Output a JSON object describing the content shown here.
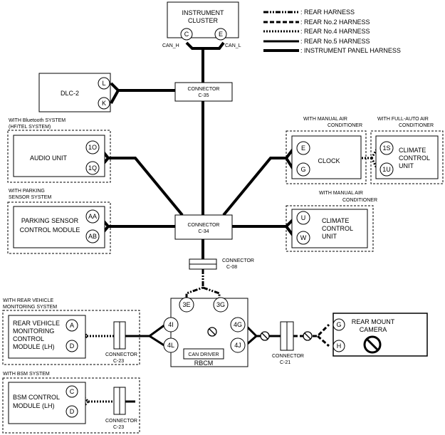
{
  "legend": [
    {
      "key": "rear",
      "label": ": REAR HARNESS"
    },
    {
      "key": "r2",
      "label": ": REAR No.2 HARNESS"
    },
    {
      "key": "r4",
      "label": ": REAR No.4 HARNESS"
    },
    {
      "key": "r5",
      "label": ": REAR No.5 HARNESS"
    },
    {
      "key": "ip",
      "label": ": INSTRUMENT PANEL HARNESS"
    }
  ],
  "cluster": {
    "line1": "INSTRUMENT",
    "line2": "CLUSTER",
    "pin_c": "C",
    "pin_e": "E",
    "can_h": "CAN_H",
    "can_l": "CAN_L"
  },
  "dlc": {
    "label": "DLC-2",
    "pin_l": "L",
    "pin_k": "K"
  },
  "c35": {
    "line1": "CONNECTOR",
    "line2": "C-35"
  },
  "c34": {
    "line1": "CONNECTOR",
    "line2": "C-34"
  },
  "c08": {
    "line1": "CONNECTOR",
    "line2": "C-08"
  },
  "bt": {
    "note1": "WITH Bluetooth SYSTEM",
    "note2": "(HF/TEL SYSTEM)",
    "label": "AUDIO UNIT",
    "pin1": "1O",
    "pin2": "1Q"
  },
  "park": {
    "note1": "WITH PARKING",
    "note2": "SENSOR SYSTEM",
    "line1": "PARKING SENSOR",
    "line2": "CONTROL MODULE",
    "pin1": "AA",
    "pin2": "AB"
  },
  "clock": {
    "note1": "WITH MANUAL AIR",
    "note2": "CONDITIONER",
    "label": "CLOCK",
    "pin1": "E",
    "pin2": "G"
  },
  "fullauto": {
    "note1": "WITH FULL-AUTO AIR",
    "note2": "CONDITIONER",
    "line1": "CLIMATE",
    "line2": "CONTROL",
    "line3": "UNIT",
    "pin1": "1S",
    "pin2": "1U"
  },
  "manual": {
    "note1": "WITH MANUAL AIR",
    "note2": "CONDITIONER",
    "line1": "CLIMATE",
    "line2": "CONTROL",
    "line3": "UNIT",
    "pin1": "U",
    "pin2": "W"
  },
  "rbcm": {
    "label": "RBCM",
    "driver": "CAN DRIVER",
    "pin_3e": "3E",
    "pin_3g": "3G",
    "pin_4i": "4I",
    "pin_4l": "4L",
    "pin_4g": "4G",
    "pin_4j": "4J"
  },
  "rvm": {
    "note1": "WITH REAR VEHICLE",
    "note2": "MONITORING SYSTEM",
    "line1": "REAR VEHICLE",
    "line2": "MONITORING",
    "line3": "CONTROL",
    "line4": "MODULE (LH)",
    "pin1": "A",
    "pin2": "D"
  },
  "c23a": {
    "line1": "CONNECTOR",
    "line2": "C-23"
  },
  "c21": {
    "line1": "CONNECTOR",
    "line2": "C-21"
  },
  "camera": {
    "line1": "REAR MOUNT",
    "line2": "CAMERA",
    "pin1": "G",
    "pin2": "H"
  },
  "bsm": {
    "note1": "WITH BSM SYSTEM",
    "line1": "BSM CONTROL",
    "line2": "MODULE (LH)",
    "pin1": "C",
    "pin2": "D"
  },
  "c23b": {
    "line1": "CONNECTOR",
    "line2": "C-23"
  }
}
